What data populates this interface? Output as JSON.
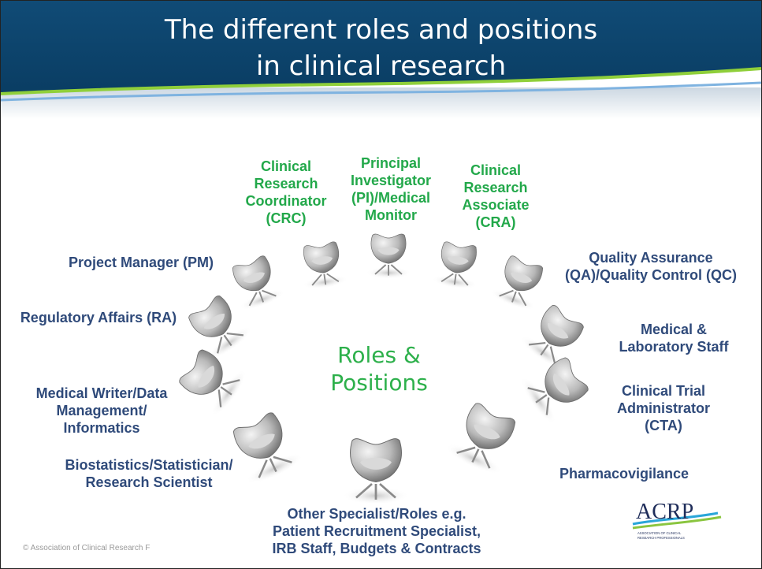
{
  "title": {
    "line1": "The different roles and positions",
    "line2": "in clinical research"
  },
  "center": {
    "line1": "Roles &",
    "line2": "Positions"
  },
  "roles": {
    "crc": [
      "Clinical",
      "Research",
      "Coordinator",
      "(CRC)"
    ],
    "pi": [
      "Principal",
      "Investigator",
      "(PI)/Medical",
      "Monitor"
    ],
    "cra": [
      "Clinical",
      "Research",
      "Associate",
      "(CRA)"
    ],
    "pm": [
      "Project Manager (PM)"
    ],
    "qa": [
      "Quality Assurance",
      "(QA)/Quality Control (QC)"
    ],
    "ra": [
      "Regulatory Affairs (RA)"
    ],
    "medlab": [
      "Medical &",
      "Laboratory Staff"
    ],
    "writer": [
      "Medical Writer/Data",
      "Management/",
      "Informatics"
    ],
    "cta": [
      "Clinical Trial",
      "Administrator",
      "(CTA)"
    ],
    "biostat": [
      "Biostatistics/Statistician/",
      "Research Scientist"
    ],
    "pharma": [
      "Pharmacovigilance"
    ],
    "other": [
      "Other Specialist/Roles e.g.",
      "Patient Recruitment Specialist,",
      "IRB Staff, Budgets & Contracts"
    ]
  },
  "logo": {
    "text": "ACRP",
    "sub1": "ASSOCIATION OF CLINICAL",
    "sub2": "RESEARCH PROFESSIONALS"
  },
  "footer": "© Association of Clinical Research F"
}
